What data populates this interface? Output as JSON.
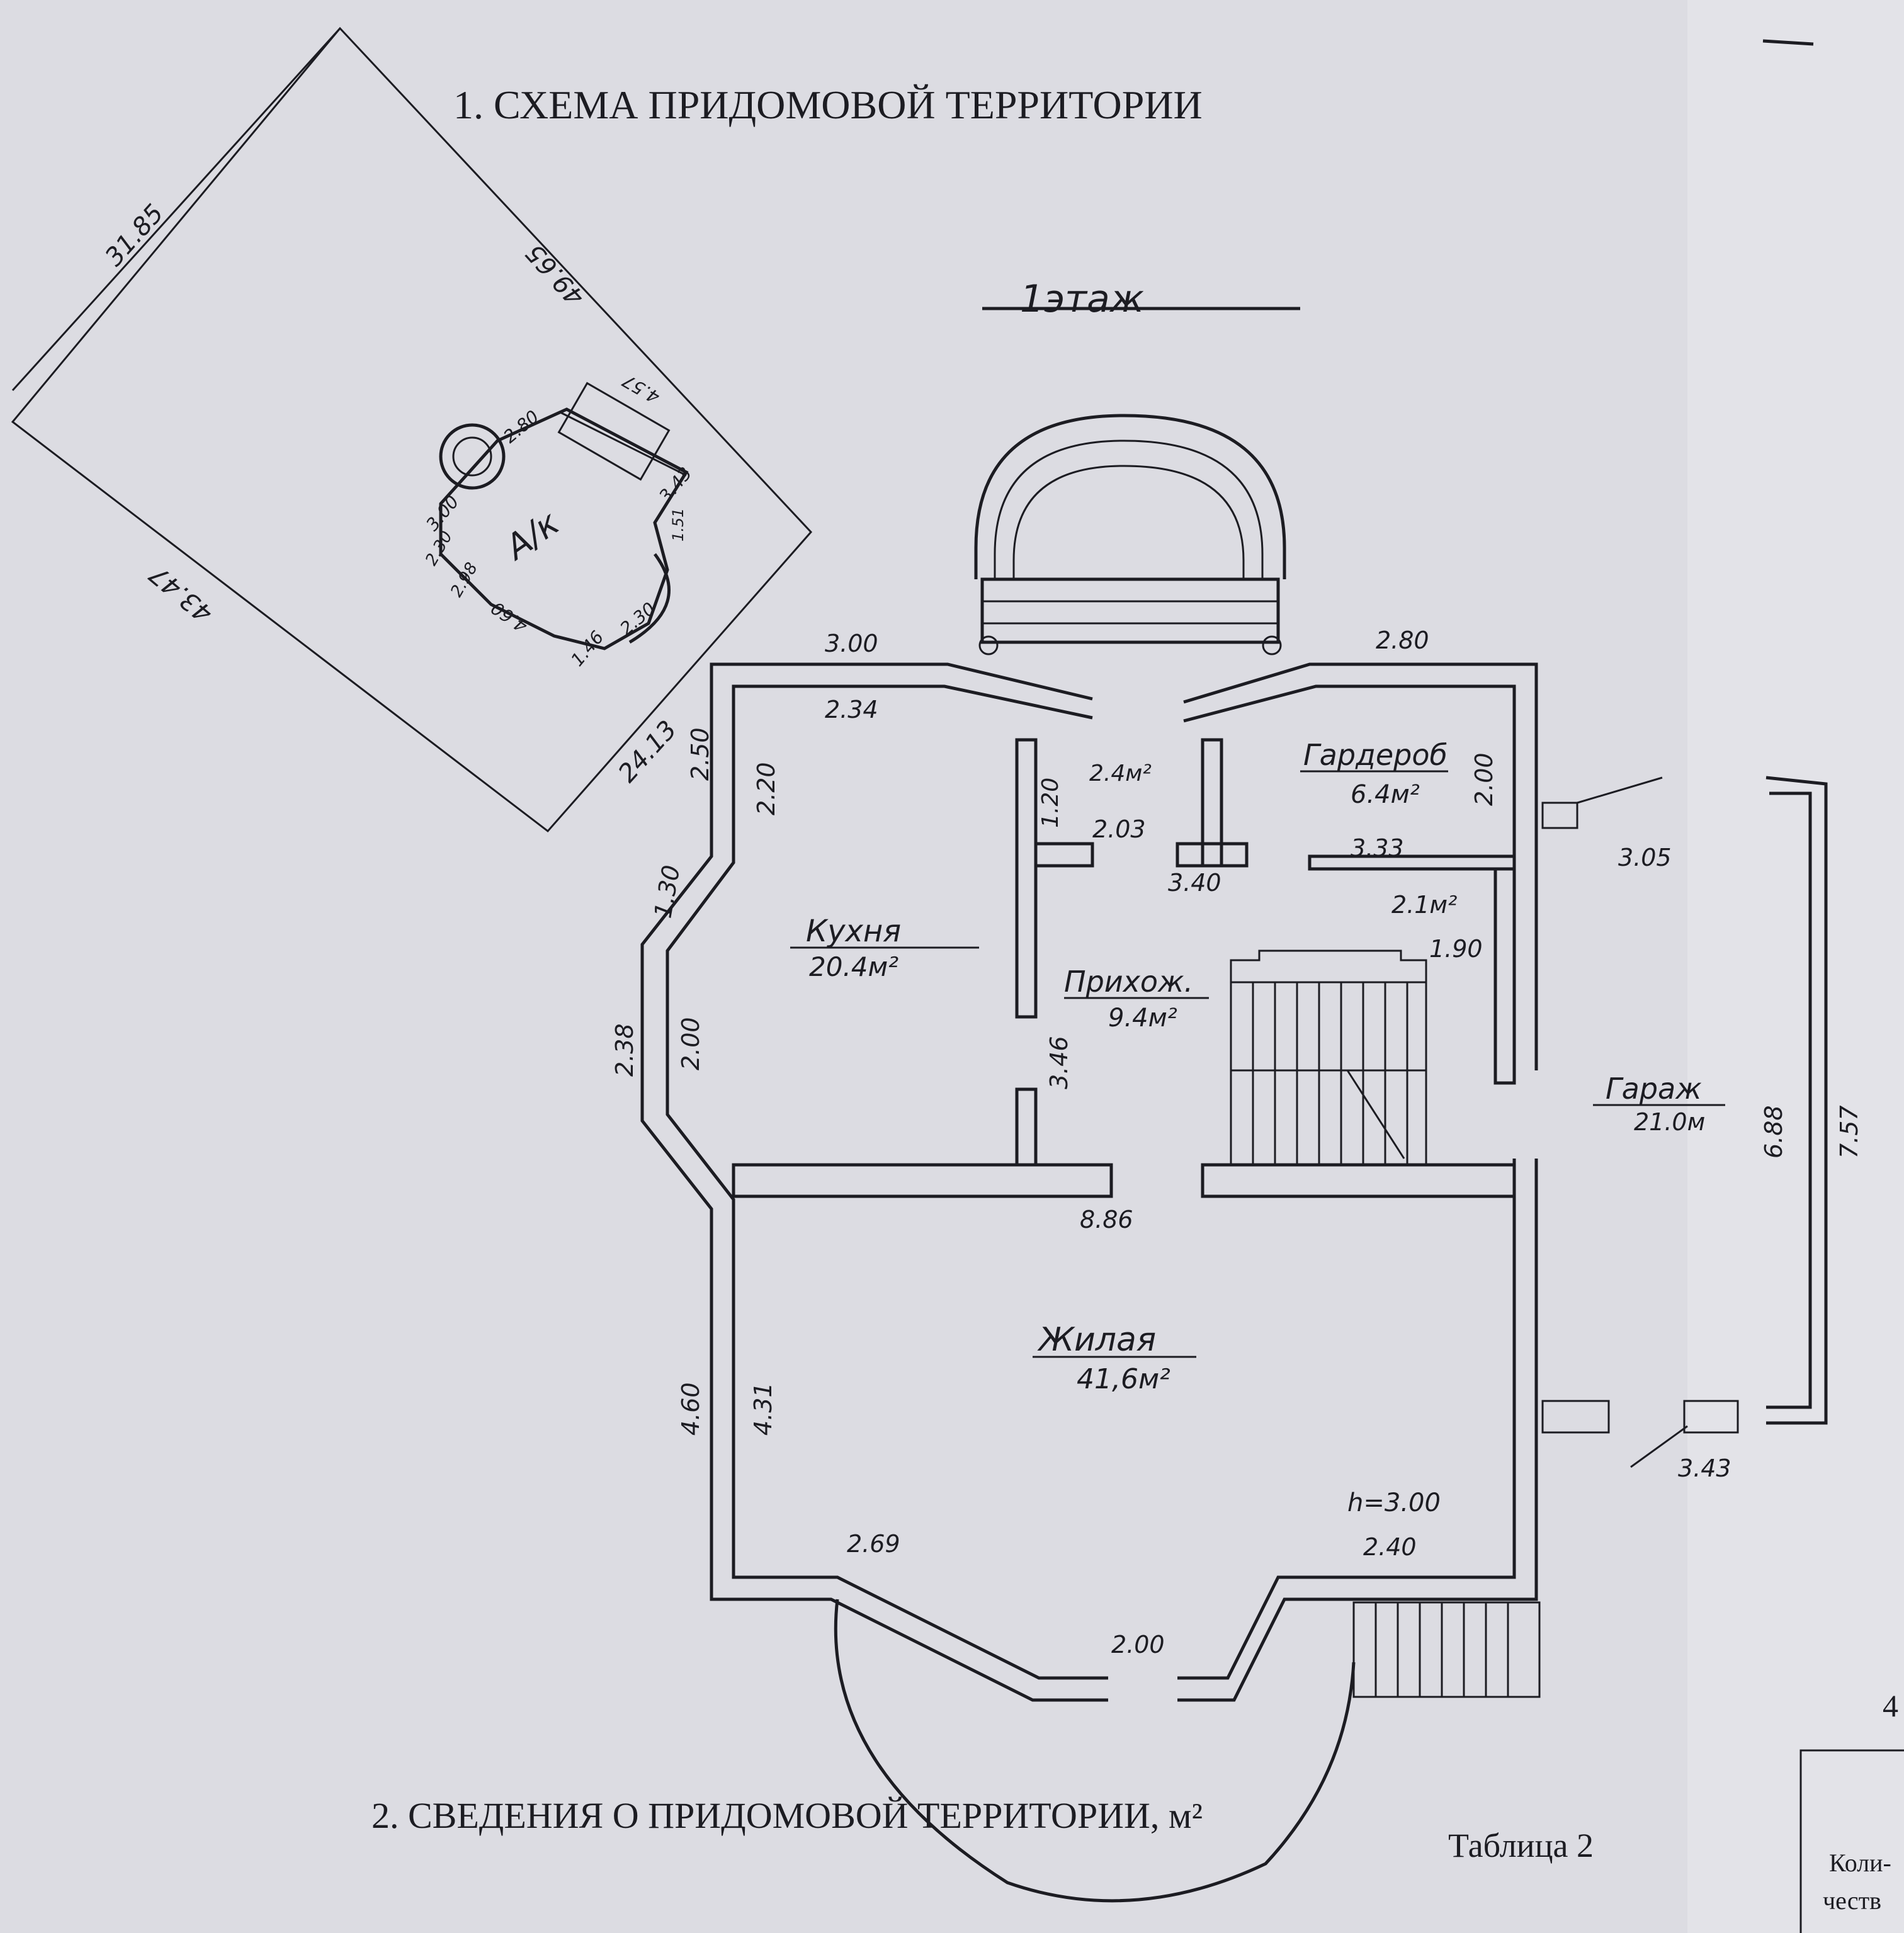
{
  "document": {
    "section1_title": "1. СХЕМА   ПРИДОМОВОЙ   ТЕРРИТОРИИ",
    "section2_title": "2.  СВЕДЕНИЯ  О  ПРИДОМОВОЙ  ТЕРРИТОРИИ, м²",
    "table_label": "Таблица 2",
    "page_number": "4",
    "right_page_text_line1": "Коли-",
    "right_page_text_line2": "честв"
  },
  "site_plan": {
    "edges": [
      "31.85",
      "49.65",
      "43.47",
      "24.13"
    ],
    "building_label": "А/к",
    "building_dims": [
      "2.80",
      "4.57",
      "3.43",
      "1.51",
      "3.00",
      "2.30",
      "4.60",
      "1.46",
      "2.98",
      "2.30"
    ]
  },
  "floor_plan": {
    "floor_label": "1этаж",
    "rooms": {
      "kitchen_name": "Кухня",
      "kitchen_area": "20.4м²",
      "hall_name": "Прихож.",
      "hall_area": "9.4м²",
      "vestibule_area": "2.4м²",
      "wardrobe_name": "Гардероб",
      "wardrobe_area": "6.4м²",
      "closet_area": "2.1м²",
      "garage_name": "Гараж",
      "garage_area": "21.0м",
      "living_name": "Жилая",
      "living_area": "41,6м²",
      "height": "h=3.00"
    },
    "dims": {
      "top_left": "3.00",
      "top_right": "2.80",
      "kitchen_top": "2.34",
      "left_upper": "2.50",
      "kitchen_left": "2.20",
      "diag_left": "1.30",
      "left_mid": "2.38",
      "kitchen_left_mid": "2.00",
      "partition_v": "1.20",
      "vestibule_w": "2.03",
      "hall_depth": "3.46",
      "mid_h": "3.40",
      "wardrobe_h": "2.00",
      "closet_w": "3.33",
      "stair_w": "1.90",
      "garage_door": "3.05",
      "garage_inner": "6.88",
      "garage_outer": "7.57",
      "garage_bottom": "3.43",
      "hall_wall": "8.86",
      "living_left_outer": "4.60",
      "living_left_inner": "4.31",
      "bay_left": "2.69",
      "bay_right": "2.40",
      "bay_center": "2.00"
    }
  }
}
